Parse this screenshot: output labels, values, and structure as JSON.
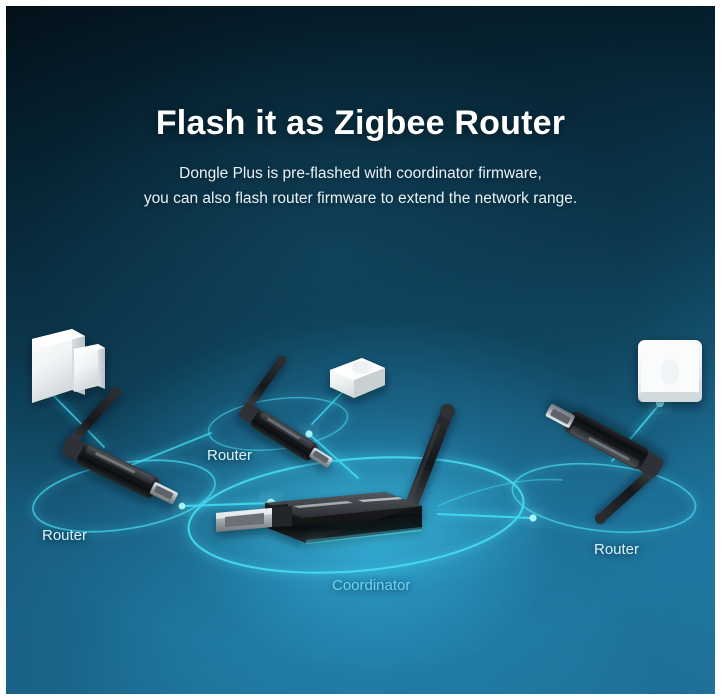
{
  "page": {
    "kind": "product-marketing-banner",
    "background": {
      "top_color": "#03111a",
      "mid_color": "#175b7c",
      "bottom_color": "#2a93c4",
      "frame_color": "#ffffff"
    }
  },
  "headings": {
    "title": "Flash it as Zigbee Router",
    "subtitle_line1": "Dongle Plus is pre-flashed with coordinator firmware,",
    "subtitle_line2": "you can also flash router firmware to extend the network range.",
    "title_color": "#ffffff",
    "subtitle_color": "#e9f3f7"
  },
  "diagram": {
    "accent_glow_color": "#35e0f5",
    "link_color": "#3fd8f0",
    "labels": [
      {
        "id": "router-left",
        "text": "Router",
        "color": "#d8f3fb"
      },
      {
        "id": "router-mid",
        "text": "Router",
        "color": "#d8f3fb"
      },
      {
        "id": "router-right",
        "text": "Router",
        "color": "#d8f3fb"
      },
      {
        "id": "coordinator",
        "text": "Coordinator",
        "color": "#6fd4ef"
      }
    ],
    "nodes": [
      {
        "id": "coordinator-dongle",
        "role": "Coordinator",
        "device": "usb-zigbee-dongle",
        "color": "#141619"
      },
      {
        "id": "router-dongle-left",
        "role": "Router",
        "device": "usb-zigbee-dongle",
        "color": "#141619"
      },
      {
        "id": "router-dongle-mid",
        "role": "Router",
        "device": "usb-zigbee-dongle",
        "color": "#141619"
      },
      {
        "id": "router-dongle-right",
        "role": "Router",
        "device": "usb-zigbee-dongle",
        "color": "#141619"
      },
      {
        "id": "door-window-sensor",
        "role": "End device",
        "device": "door-window-sensor",
        "color": "#f2f5f6"
      },
      {
        "id": "motion-sensor",
        "role": "End device",
        "device": "motion-sensor",
        "color": "#f2f5f6"
      },
      {
        "id": "wall-switch",
        "role": "End device",
        "device": "wall-switch-panel",
        "color": "#f2f5f6"
      }
    ]
  }
}
